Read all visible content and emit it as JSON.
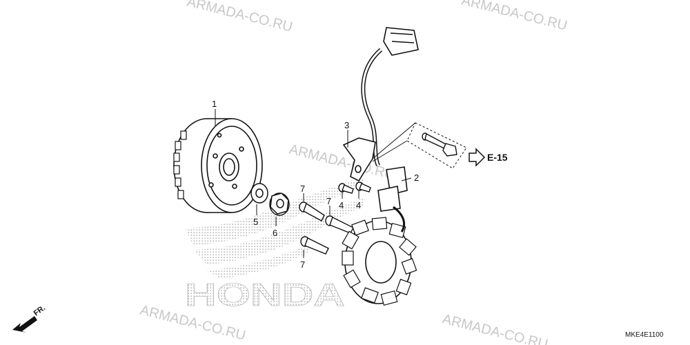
{
  "watermark": {
    "text": "ARMADA-CO.RU"
  },
  "brand_logo": {
    "text": "HONDA"
  },
  "front_indicator": {
    "label": "FR."
  },
  "reference": {
    "label": "E-15"
  },
  "diagram_code": "MKE4E1100",
  "callouts": {
    "c1": "1",
    "c2": "2",
    "c3": "3",
    "c4a": "4",
    "c4b": "4",
    "c5": "5",
    "c6": "6",
    "c7a": "7",
    "c7b": "7",
    "c7c": "7"
  }
}
